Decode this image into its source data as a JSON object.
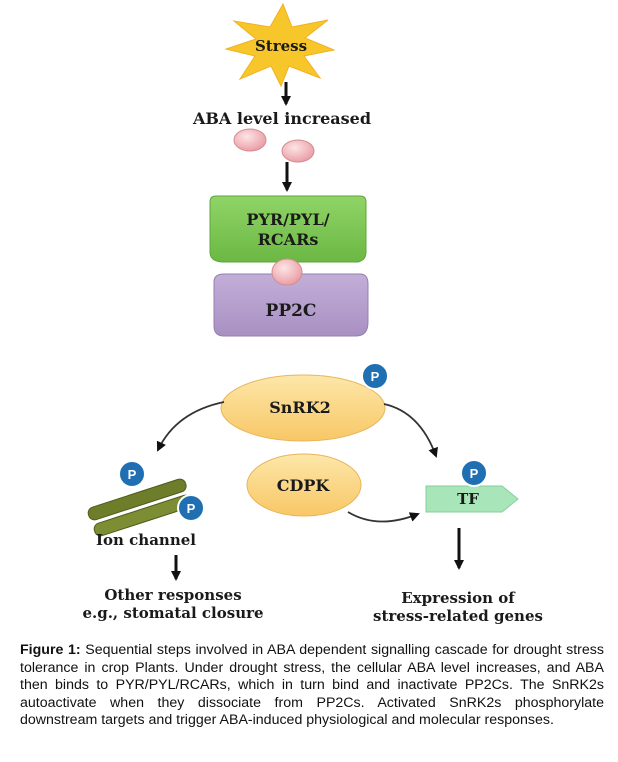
{
  "diagram": {
    "stress": "Stress",
    "aba_level": "ABA level increased",
    "receptor_line1": "PYR/PYL/",
    "receptor_line2": "RCARs",
    "pp2c": "PP2C",
    "snrk2": "SnRK2",
    "cdpk": "CDPK",
    "tf": "TF",
    "phospho": "P",
    "ion_channel": "Ion channel",
    "other_responses_line1": "Other responses",
    "other_responses_line2": "e.g., stomatal closure",
    "expression_line1": "Expression of",
    "expression_line2": "stress-related genes"
  },
  "colors": {
    "stress_star": "#f7c62b",
    "aba_molecule": "#f2b8bc",
    "receptor": "#7cc756",
    "pp2c": "#b9a3cf",
    "kinase": "#fbd681",
    "phospho_badge": "#1f6fb2",
    "tf_arrow": "#a8e6b9",
    "ion_channel": "#6d7d2a"
  },
  "caption": {
    "label": "Figure 1:",
    "text": " Sequential steps involved in ABA dependent signalling cascade for drought stress tolerance in crop Plants. Under drought stress, the cellular ABA level increases, and ABA then binds to PYR/PYL/RCARs, which in turn bind and inactivate PP2Cs. The SnRK2s autoactivate when they dissociate from PP2Cs. Activated SnRK2s phosphorylate downstream targets and trigger ABA-induced physiological and molecular responses."
  }
}
